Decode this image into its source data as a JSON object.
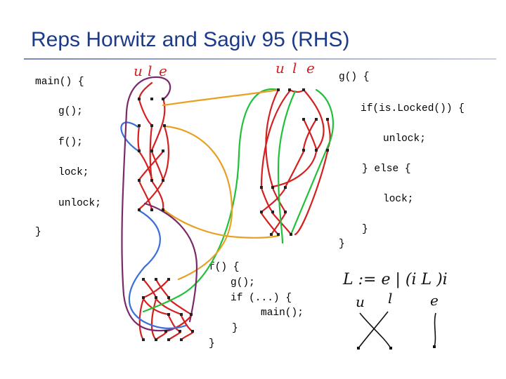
{
  "title": "Reps Horwitz and Sagiv 95 (RHS)",
  "main_proc": {
    "header": "main() {",
    "lines": [
      "g();",
      "f();",
      "lock;",
      "unlock;"
    ],
    "close": "}"
  },
  "g_proc": {
    "header": "g() {",
    "lines": [
      "if(is.Locked()) {",
      "unlock;",
      "} else {",
      "lock;",
      "}"
    ],
    "close": "}"
  },
  "f_proc": {
    "header": "f() {",
    "lines": [
      "g();",
      "if (...) {",
      "main();",
      "}"
    ],
    "close": "}"
  },
  "state_labels": [
    "u",
    "l",
    "e"
  ],
  "grammar": {
    "rule": "L := e | (i L )i",
    "symbols": [
      "u",
      "l",
      "e"
    ]
  },
  "colors": {
    "title": "#1c3a8a",
    "red": "#d42020",
    "green": "#22c03a",
    "orange": "#e8a020",
    "blue": "#3a6ed8",
    "purple": "#7a2a6a"
  }
}
